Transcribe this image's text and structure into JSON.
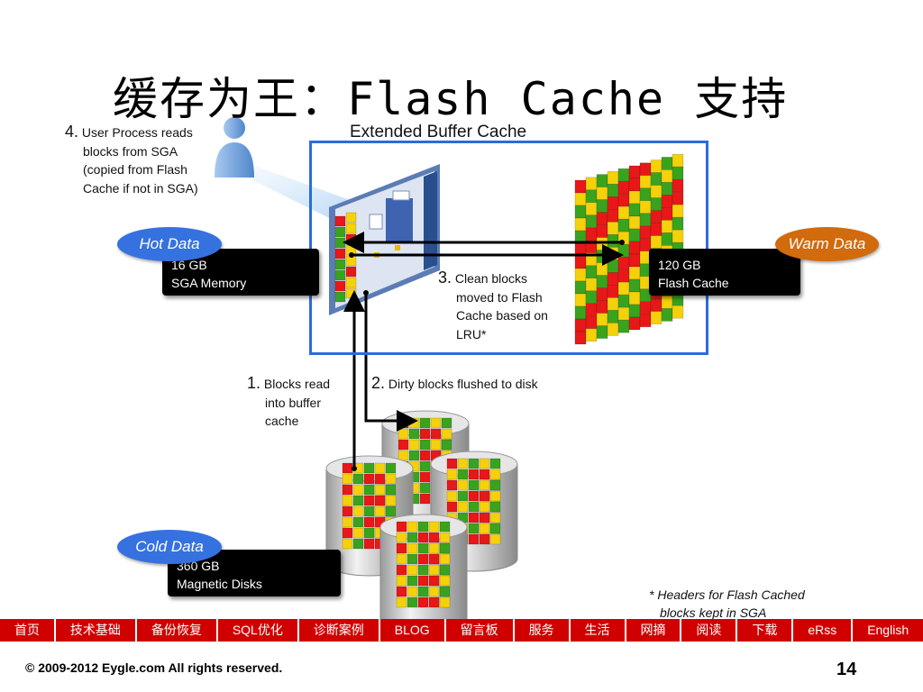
{
  "slide": {
    "title": "缓存为王：Flash Cache 支持",
    "extended_buffer_cache_label": "Extended Buffer Cache",
    "step4": {
      "num": "4.",
      "first": "User Process reads",
      "rest": [
        "blocks from SGA",
        "(copied from Flash",
        "Cache if not in SGA)"
      ]
    },
    "step3": {
      "num": "3.",
      "first": "Clean blocks",
      "rest": [
        "moved to Flash",
        "Cache based on",
        "LRU*"
      ]
    },
    "step1": {
      "num": "1.",
      "first": "Blocks read",
      "rest": [
        "into buffer",
        "cache"
      ]
    },
    "step2": {
      "num": "2.",
      "first": "Dirty blocks flushed to disk"
    },
    "hot": {
      "tag": "Hot Data",
      "size": "16 GB",
      "name": "SGA Memory"
    },
    "warm": {
      "tag": "Warm Data",
      "size": "120 GB",
      "name": "Flash Cache"
    },
    "cold": {
      "tag": "Cold Data",
      "size": "360 GB",
      "name": "Magnetic Disks"
    },
    "footnote": {
      "line1": "* Headers for Flash Cached",
      "line2": "blocks kept in SGA"
    }
  },
  "nav": [
    "首页",
    "技术基础",
    "备份恢复",
    "SQL优化",
    "诊断案例",
    "BLOG",
    "留言板",
    "服务",
    "生活",
    "网摘",
    "阅读",
    "下载",
    "eRss",
    "English"
  ],
  "footer": {
    "copyright": "© 2009-2012 Eygle.com All rights reserved.",
    "page_number": "14"
  },
  "colors": {
    "accent_blue": "#2a6ddb",
    "nav_red": "#d10000",
    "hot_tag": "#3572e0",
    "warm_tag": "#d26a0e",
    "cold_tag": "#3572e0"
  },
  "icons": [
    "user-person-icon",
    "sga-server-icon",
    "flash-cache-wall-icon",
    "disk-cylinder-icon"
  ]
}
